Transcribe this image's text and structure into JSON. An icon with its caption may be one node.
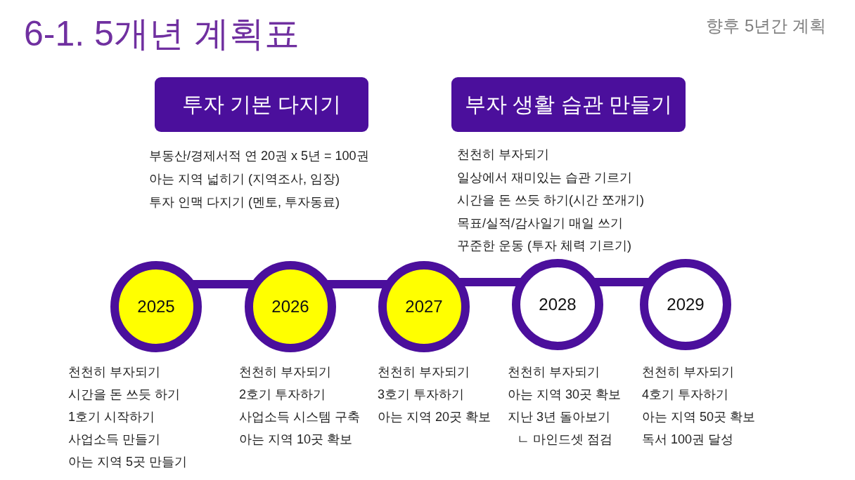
{
  "diagram": {
    "title": "6-1. 5개년 계획표",
    "nodes": [
      {
        "text": [
          "투자 기본 다지기"
        ],
        "beside": [
          "부동산/경제서적 연 20권 x 5년 = 100권",
          "아는 지역 넓히기 (지역조사, 임장)",
          "투자 인맥 다지기 (멘토, 투자동료)"
        ]
      },
      {
        "text": [
          "부자 생활 습관 만들기"
        ],
        "beside": [
          "천천히 부자되기",
          "일상에서 재미있는 습관 기르기",
          "시간을 돈 쓰듯 하기(시간 쪼개기)",
          "목표/실적/감사일기 매일 쓰기",
          "꾸준한 운동 (투자 체력 기르기)"
        ]
      },
      {
        "text": [
          "2025"
        ],
        "beside": [
          "천천히 부자되기",
          "시간을 돈 쓰듯 하기",
          "1호기 시작하기",
          "사업소득 만들기",
          "아는 지역 5곳 만들기"
        ]
      },
      {
        "text": [
          "2026"
        ],
        "beside": [
          "천천히 부자되기",
          "2호기 투자하기",
          "사업소득 시스템 구축",
          "아는 지역 10곳 확보"
        ]
      },
      {
        "text": [
          "2027"
        ],
        "beside": [
          "천천히 부자되기",
          "3호기 투자하기",
          "아는 지역 20곳 확보"
        ]
      },
      {
        "text": [
          "2028"
        ],
        "beside": [
          "천천히 부자되기",
          "아는 지역 30곳 확보",
          "지난 3년 돌아보기",
          "ㄴ 마인드셋 점검"
        ]
      },
      {
        "text": [
          "2029"
        ],
        "beside": [
          "천천히 부자되기",
          "4호기 투자하기",
          "아는 지역 50곳 확보",
          "독서 100권 달성"
        ]
      }
    ],
    "edges": [
      {
        "from": 2,
        "to": 3,
        "arrow": "none"
      },
      {
        "from": 3,
        "to": 4,
        "arrow": "none"
      },
      {
        "from": 4,
        "to": 5,
        "arrow": "none"
      },
      {
        "from": 5,
        "to": 6,
        "arrow": "none"
      }
    ],
    "labels": [
      "향후 5년간 계획"
    ]
  }
}
